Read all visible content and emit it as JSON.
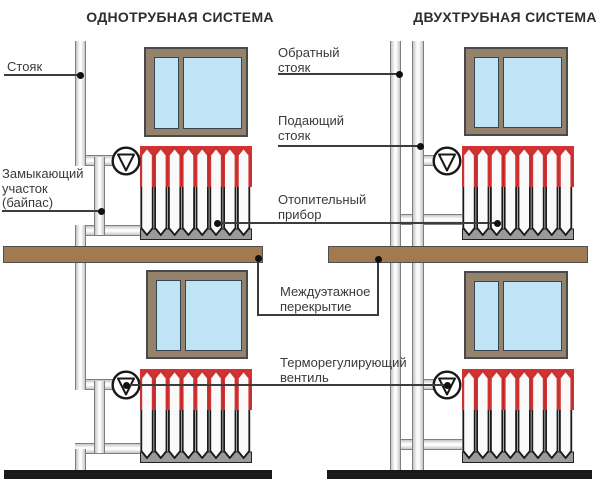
{
  "diagram": {
    "titles": {
      "single_pipe": "ОДНОТРУБНАЯ СИСТЕМА",
      "double_pipe": "ДВУХТРУБНАЯ СИСТЕМА"
    },
    "labels": {
      "riser": "Стояк",
      "bypass": "Замыкающий\nучасток\n(байпас)",
      "return_riser": "Обратный\nстояк",
      "supply_riser": "Подающий\nстояк",
      "heating_device": "Отопительный\nприбор",
      "floor_slab": "Междуэтажное\nперекрытие",
      "thermo_valve": "Терморегулирующий\nвентиль"
    },
    "icons": {
      "pump_valve": "circle-with-triangle-down",
      "thermostatic_valve": "circle-with-triangle-down-and-dot"
    },
    "colors": {
      "radiator_red": "#d23332",
      "radiator_fin_outline": "#1a1a1a",
      "radiator_base_gray": "#9a9a9a",
      "window_frame": "#95826d",
      "window_pane": "#bfe4f5",
      "slab_brown": "#a27a4f",
      "ground_black": "#191919",
      "pipe_outline": "#7e7e7e",
      "leader_line": "#3c3c3c",
      "text": "#3a3a3a"
    }
  }
}
